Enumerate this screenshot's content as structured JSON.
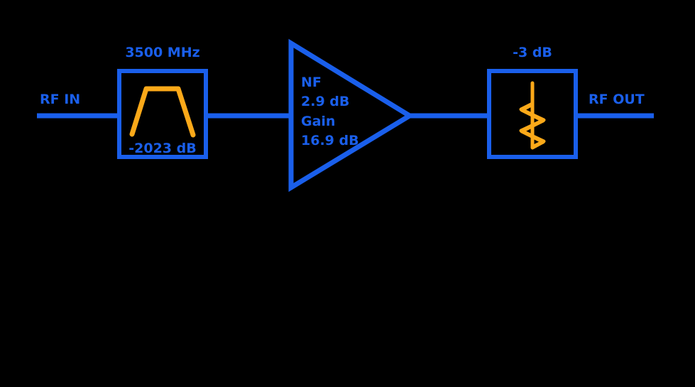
{
  "theme": {
    "background": "#000000",
    "line_color": "#1A5FEB",
    "symbol_color": "#FBA919"
  },
  "diagram": {
    "type": "rf-signal-chain-block-diagram",
    "ports": {
      "input_label": "RF IN",
      "output_label": "RF OUT"
    },
    "blocks": [
      {
        "id": "bandpass-filter",
        "kind": "filter",
        "top_label": "3500 MHz",
        "inner_label": "-2023 dB",
        "symbol": "bandpass-trapezoid-icon"
      },
      {
        "id": "amplifier",
        "kind": "amplifier",
        "symbol": "amplifier-triangle-icon",
        "lines": [
          "NF",
          "2.9 dB",
          "Gain",
          "16.9 dB"
        ],
        "nf_label": "NF",
        "nf_value": "2.9 dB",
        "gain_label": "Gain",
        "gain_value": "16.9 dB"
      },
      {
        "id": "attenuator",
        "kind": "attenuator",
        "top_label": "-3 dB",
        "symbol": "resistor-zigzag-icon"
      }
    ]
  }
}
